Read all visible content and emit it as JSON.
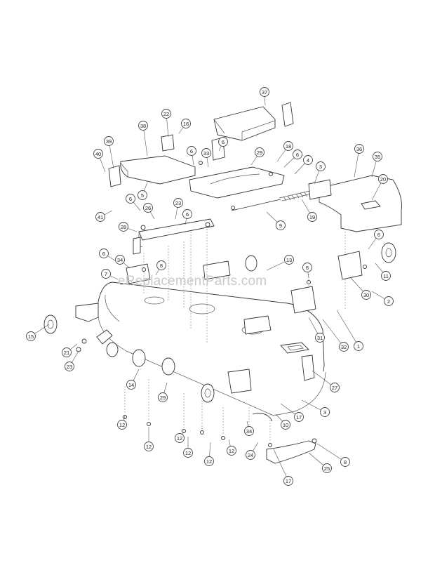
{
  "watermark": "eReplacementParts.com",
  "callouts": [
    {
      "label": "37"
    },
    {
      "label": "22"
    },
    {
      "label": "16"
    },
    {
      "label": "38"
    },
    {
      "label": "39"
    },
    {
      "label": "40"
    },
    {
      "label": "6"
    },
    {
      "label": "33"
    },
    {
      "label": "6"
    },
    {
      "label": "29"
    },
    {
      "label": "18"
    },
    {
      "label": "6"
    },
    {
      "label": "4"
    },
    {
      "label": "3"
    },
    {
      "label": "36"
    },
    {
      "label": "35"
    },
    {
      "label": "20"
    },
    {
      "label": "5"
    },
    {
      "label": "41"
    },
    {
      "label": "6"
    },
    {
      "label": "26"
    },
    {
      "label": "23"
    },
    {
      "label": "6"
    },
    {
      "label": "9"
    },
    {
      "label": "19"
    },
    {
      "label": "28"
    },
    {
      "label": "6"
    },
    {
      "label": "11"
    },
    {
      "label": "6"
    },
    {
      "label": "34"
    },
    {
      "label": "8"
    },
    {
      "label": "13"
    },
    {
      "label": "7"
    },
    {
      "label": "6"
    },
    {
      "label": "30"
    },
    {
      "label": "2"
    },
    {
      "label": "15"
    },
    {
      "label": "21"
    },
    {
      "label": "31"
    },
    {
      "label": "32"
    },
    {
      "label": "1"
    },
    {
      "label": "23"
    },
    {
      "label": "14"
    },
    {
      "label": "27"
    },
    {
      "label": "29"
    },
    {
      "label": "3"
    },
    {
      "label": "17"
    },
    {
      "label": "12"
    },
    {
      "label": "10"
    },
    {
      "label": "34"
    },
    {
      "label": "12"
    },
    {
      "label": "12"
    },
    {
      "label": "12"
    },
    {
      "label": "12"
    },
    {
      "label": "12"
    },
    {
      "label": "24"
    },
    {
      "label": "8"
    },
    {
      "label": "25"
    },
    {
      "label": "17"
    }
  ]
}
